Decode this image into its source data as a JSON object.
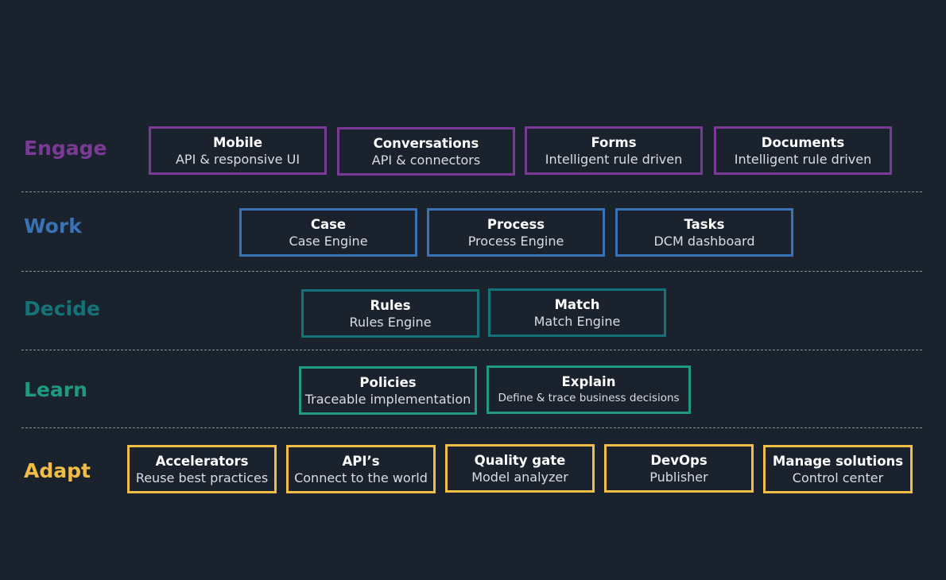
{
  "colors": {
    "background": "#1a222d",
    "engage": "#7a3a96",
    "work": "#3b72b5",
    "decide": "#147279",
    "learn": "#1e9a7e",
    "adapt": "#f2bd45"
  },
  "rows": [
    {
      "label": "Engage",
      "boxes": [
        {
          "title": "Mobile",
          "subtitle": "API & responsive UI"
        },
        {
          "title": "Conversations",
          "subtitle": "API & connectors"
        },
        {
          "title": "Forms",
          "subtitle": "Intelligent rule driven"
        },
        {
          "title": "Documents",
          "subtitle": "Intelligent rule driven"
        }
      ]
    },
    {
      "label": "Work",
      "boxes": [
        {
          "title": "Case",
          "subtitle": "Case Engine"
        },
        {
          "title": "Process",
          "subtitle": "Process Engine"
        },
        {
          "title": "Tasks",
          "subtitle": "DCM dashboard"
        }
      ]
    },
    {
      "label": "Decide",
      "boxes": [
        {
          "title": "Rules",
          "subtitle": "Rules Engine"
        },
        {
          "title": "Match",
          "subtitle": "Match Engine"
        }
      ]
    },
    {
      "label": "Learn",
      "boxes": [
        {
          "title": "Policies",
          "subtitle": "Traceable implementation"
        },
        {
          "title": "Explain",
          "subtitle": "Define & trace business decisions"
        }
      ]
    },
    {
      "label": "Adapt",
      "boxes": [
        {
          "title": "Accelerators",
          "subtitle": "Reuse best practices"
        },
        {
          "title": "API’s",
          "subtitle": "Connect to the world"
        },
        {
          "title": "Quality gate",
          "subtitle": "Model analyzer"
        },
        {
          "title": "DevOps",
          "subtitle": "Publisher"
        },
        {
          "title": "Manage solutions",
          "subtitle": "Control center"
        }
      ]
    }
  ]
}
